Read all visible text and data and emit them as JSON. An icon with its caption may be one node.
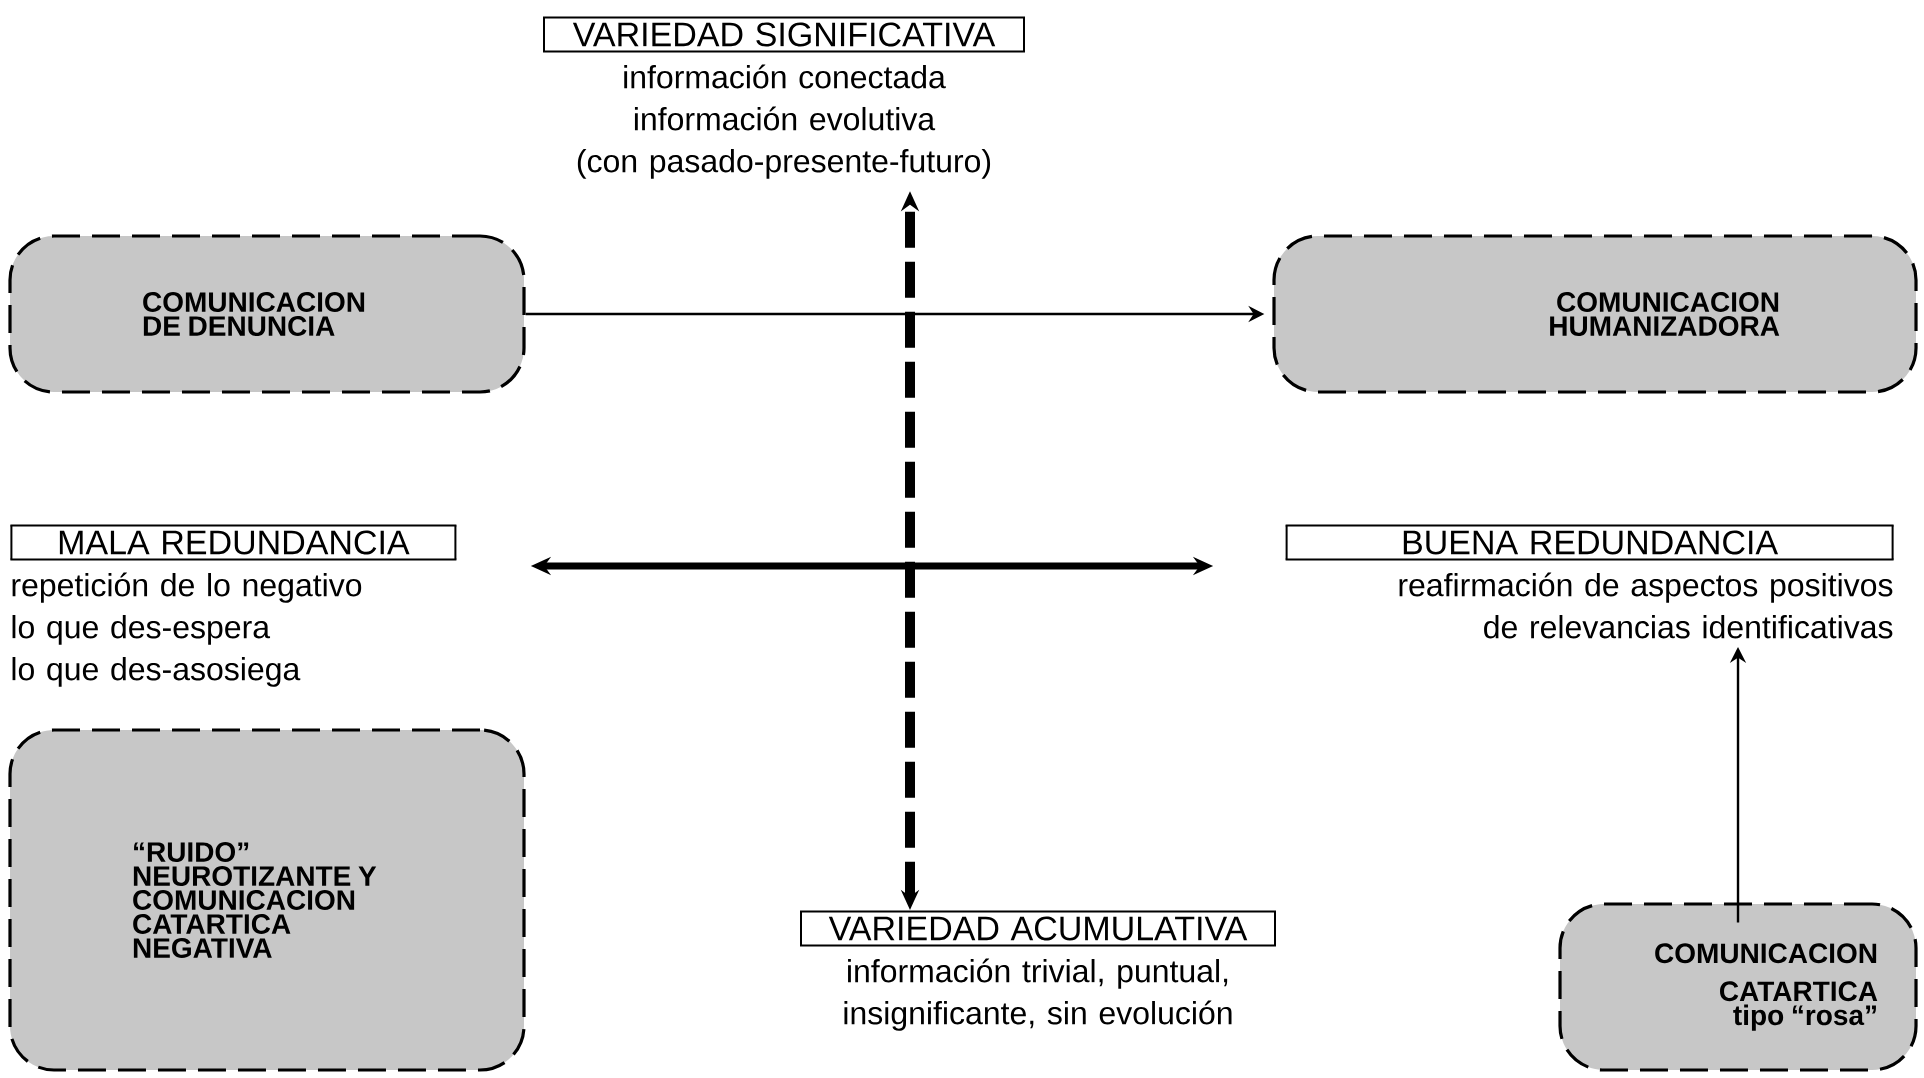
{
  "diagram": {
    "nodes": [
      {
        "text": [
          "VARIEDAD SIGNIFICATIVA",
          "información conectada",
          "información evolutiva",
          "(con pasado-presente-futuro)"
        ]
      },
      {
        "text": [
          "COMUNICACION DE DENUNCIA"
        ]
      },
      {
        "text": [
          "COMUNICACION HUMANIZADORA"
        ]
      },
      {
        "text": [
          "MALA REDUNDANCIA",
          "repetición de lo negativo",
          "lo que des-espera",
          "lo que des-asosiega"
        ]
      },
      {
        "text": [
          "BUENA REDUNDANCIA",
          "reafirmación de aspectos positivos de relevancias identificativas"
        ]
      },
      {
        "text": [
          "“RUIDO” NEUROTIZANTE Y COMUNICACION CATARTICA NEGATIVA"
        ]
      },
      {
        "text": [
          "VARIEDAD ACUMULATIVA",
          "información trivial, puntual, insignificante, sin evolución"
        ]
      },
      {
        "text": [
          "COMUNICACION CATARTICA",
          "tipo “rosa”"
        ]
      }
    ],
    "edges": [
      {
        "from": 1,
        "to": 2,
        "arrow": "to"
      },
      {
        "from": 6,
        "to": 0,
        "arrow": "both",
        "style": "dashed"
      },
      {
        "from": 3,
        "to": 4,
        "arrow": "both",
        "style": "thick"
      },
      {
        "from": 7,
        "to": 4,
        "arrow": "to"
      }
    ]
  }
}
